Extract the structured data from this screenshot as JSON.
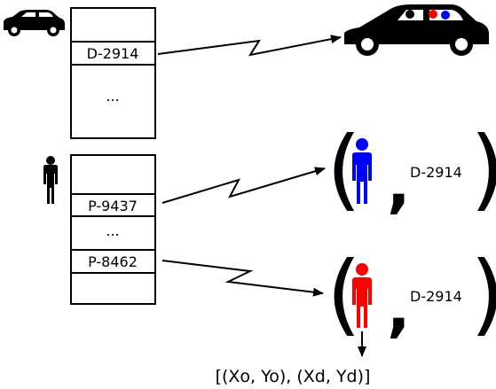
{
  "vehicle_table": {
    "entries": [
      "D-2914",
      "..."
    ]
  },
  "person_table": {
    "entries": [
      "P-9437",
      "...",
      "P-8462"
    ]
  },
  "tuples": [
    {
      "person_color": "#0000ff",
      "vehicle_id": "D-2914"
    },
    {
      "person_color": "#ff0000",
      "vehicle_id": "D-2914"
    }
  ],
  "output_text": "[(Xo, Yo), (Xd, Yd)]",
  "colors": {
    "blue_person": "#0000ff",
    "red_person": "#ff0000",
    "ink": "#000000"
  },
  "icons": [
    "car-icon",
    "person-icon",
    "car-with-passengers-icon",
    "blue-person-icon",
    "red-person-icon"
  ]
}
